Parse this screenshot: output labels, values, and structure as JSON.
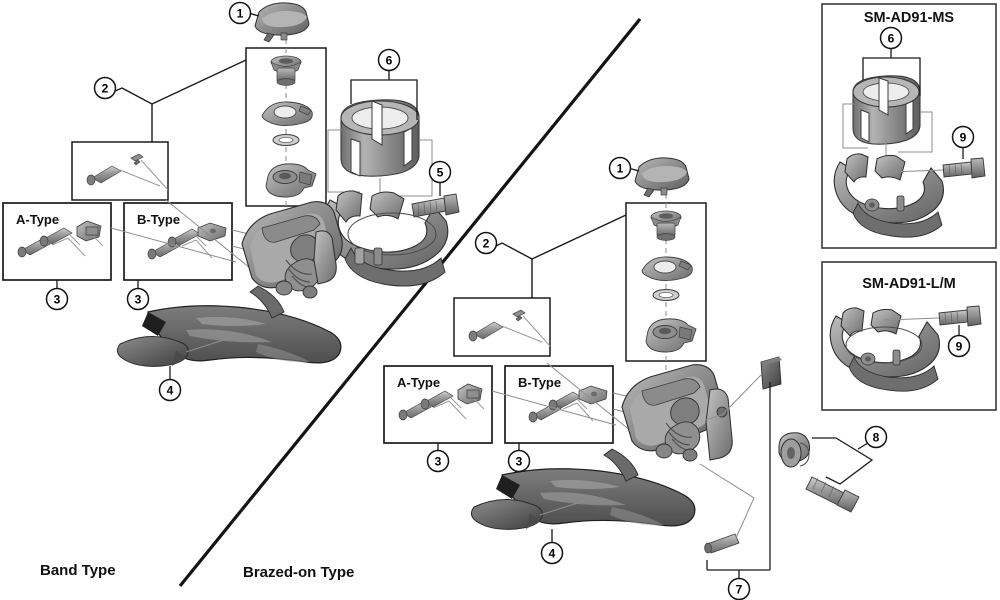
{
  "diagram": {
    "title_left": "Band Type",
    "title_right": "Brazed-on Type",
    "style": {
      "line": "#1a1a1a",
      "thin_line": "#8d8d8d",
      "part_light": "#c9c9c9",
      "part_mid": "#9a9a9a",
      "part_dark": "#6f6f6f",
      "part_darkest": "#4a4a4a",
      "panel_border": "#3a3a3a",
      "background": "#ffffff"
    }
  },
  "left_section": {
    "name": "Band Type",
    "label": "Band Type",
    "subboxes": [
      {
        "label": "A-Type",
        "callout": "3"
      },
      {
        "label": "B-Type",
        "callout": "3"
      }
    ],
    "callouts": [
      {
        "id": "1",
        "label": "1"
      },
      {
        "id": "2",
        "label": "2"
      },
      {
        "id": "3a",
        "label": "3"
      },
      {
        "id": "3b",
        "label": "3"
      },
      {
        "id": "4",
        "label": "4"
      },
      {
        "id": "5",
        "label": "5"
      },
      {
        "id": "6",
        "label": "6"
      }
    ]
  },
  "right_section": {
    "name": "Brazed-on Type",
    "label": "Brazed-on Type",
    "subboxes": [
      {
        "label": "A-Type",
        "callout": "3"
      },
      {
        "label": "B-Type",
        "callout": "3"
      }
    ],
    "callouts": [
      {
        "id": "1",
        "label": "1"
      },
      {
        "id": "2",
        "label": "2"
      },
      {
        "id": "3a",
        "label": "3"
      },
      {
        "id": "3b",
        "label": "3"
      },
      {
        "id": "4",
        "label": "4"
      },
      {
        "id": "7",
        "label": "7"
      },
      {
        "id": "8",
        "label": "8"
      }
    ]
  },
  "panels": [
    {
      "title": "SM-AD91-MS",
      "callouts": [
        {
          "id": "6",
          "label": "6"
        },
        {
          "id": "9",
          "label": "9"
        }
      ]
    },
    {
      "title": "SM-AD91-L/M",
      "callouts": [
        {
          "id": "9",
          "label": "9"
        }
      ]
    }
  ]
}
